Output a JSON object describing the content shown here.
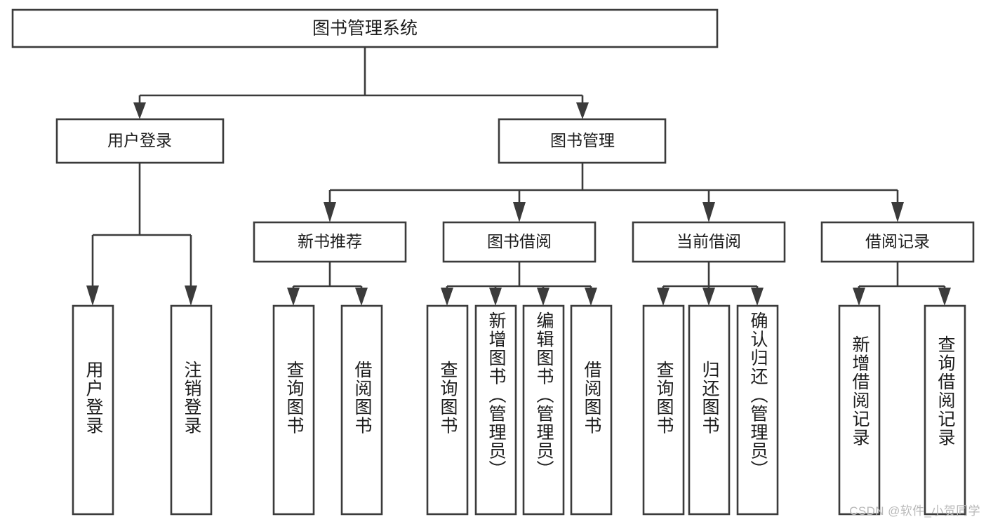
{
  "diagram": {
    "title": "图书管理系统",
    "type": "tree-hierarchy-diagram",
    "colors": {
      "stroke": "#3b3b3b",
      "fill": "#ffffff",
      "text": "#1d1d1d",
      "watermark": "#b9b9b9",
      "background": "#ffffff"
    },
    "root": {
      "label": "图书管理系统"
    },
    "level2": [
      {
        "label": "用户登录"
      },
      {
        "label": "图书管理"
      }
    ],
    "level3": [
      {
        "label": "新书推荐"
      },
      {
        "label": "图书借阅"
      },
      {
        "label": "当前借阅"
      },
      {
        "label": "借阅记录"
      }
    ],
    "leaves": {
      "user_login": [
        {
          "label": "用户登录"
        },
        {
          "label": "注销登录"
        }
      ],
      "new_book_recommend": [
        {
          "label": "查询图书"
        },
        {
          "label": "借阅图书"
        }
      ],
      "book_borrow": [
        {
          "label": "查询图书"
        },
        {
          "label": "新增图书（管理员）"
        },
        {
          "label": "编辑图书（管理员）"
        },
        {
          "label": "借阅图书"
        }
      ],
      "current_borrow": [
        {
          "label": "查询图书"
        },
        {
          "label": "归还图书"
        },
        {
          "label": "确认归还（管理员）"
        }
      ],
      "borrow_record": [
        {
          "label": "新增借阅记录"
        },
        {
          "label": "查询借阅记录"
        }
      ]
    },
    "watermark": "CSDN @软件_小贺同学"
  }
}
